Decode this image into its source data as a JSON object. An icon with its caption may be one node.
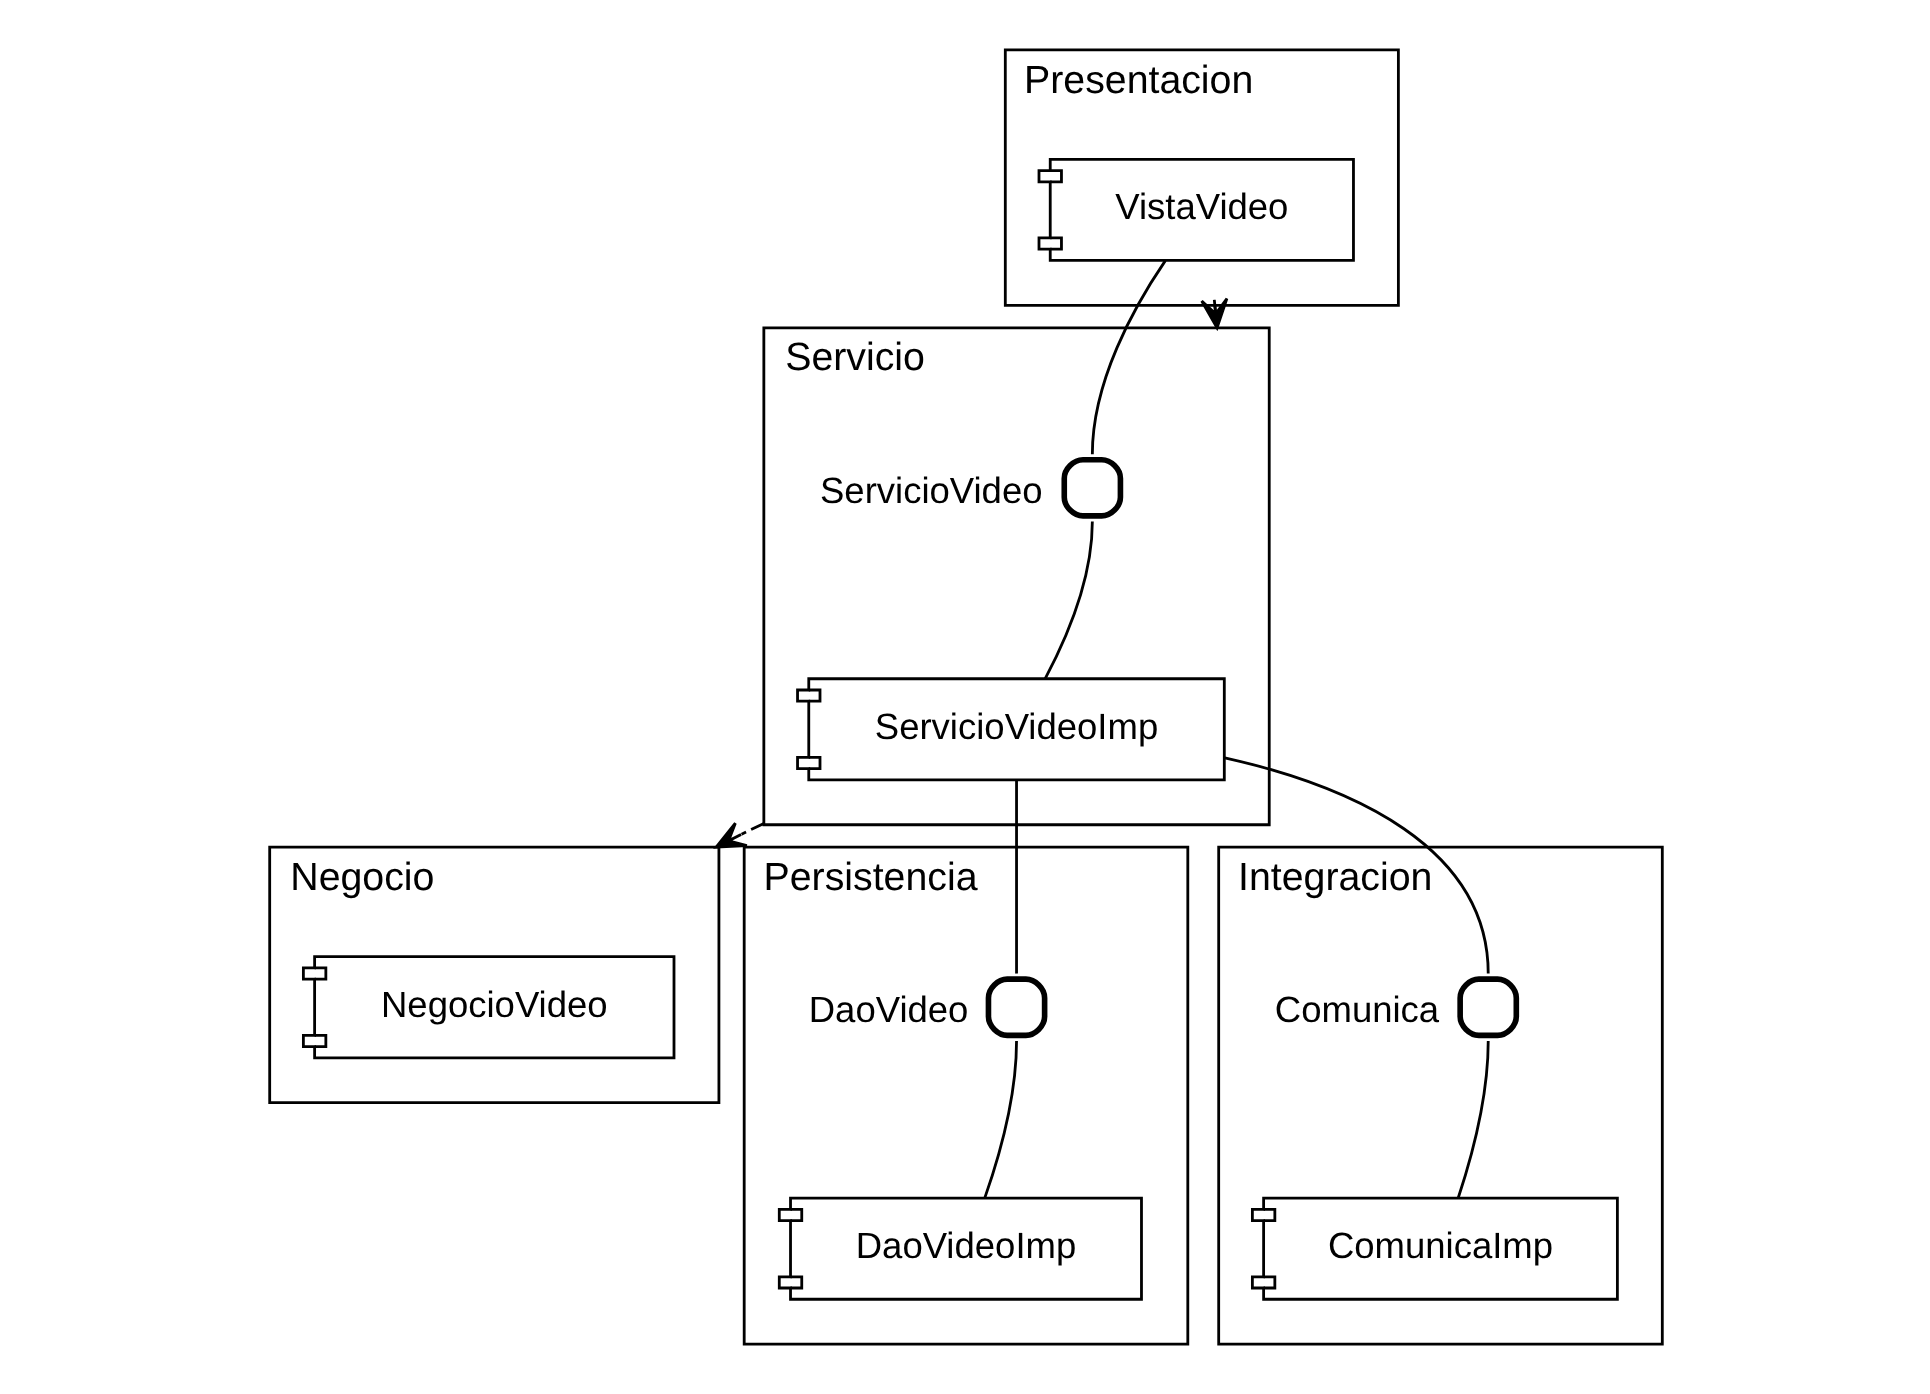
{
  "diagram": {
    "nodes": [
      {
        "text": [
          "Presentacion"
        ]
      },
      {
        "text": [
          "VistaVideo"
        ],
        "in": 0
      },
      {
        "text": [
          "Servicio"
        ]
      },
      {
        "text": [
          "ServicioVideo"
        ],
        "in": 2
      },
      {
        "text": [
          "ServicioVideoImp"
        ],
        "in": 2
      },
      {
        "text": [
          "Negocio"
        ]
      },
      {
        "text": [
          "NegocioVideo"
        ],
        "in": 5
      },
      {
        "text": [
          "Persistencia"
        ]
      },
      {
        "text": [
          "DaoVideo"
        ],
        "in": 7
      },
      {
        "text": [
          "DaoVideoImp"
        ],
        "in": 7
      },
      {
        "text": [
          "Integracion"
        ]
      },
      {
        "text": [
          "Comunica"
        ],
        "in": 10
      },
      {
        "text": [
          "ComunicaImp"
        ],
        "in": 10
      }
    ],
    "edges": [
      {
        "from": 1,
        "to": 3,
        "arrow": "none"
      },
      {
        "from": 0,
        "to": 2,
        "arrow": "to",
        "style": "dashed"
      },
      {
        "from": 3,
        "to": 4,
        "arrow": "none"
      },
      {
        "from": 2,
        "to": 5,
        "arrow": "to",
        "style": "dashed"
      },
      {
        "from": 4,
        "to": 8,
        "arrow": "none"
      },
      {
        "from": 4,
        "to": 11,
        "arrow": "none"
      },
      {
        "from": 8,
        "to": 9,
        "arrow": "none"
      },
      {
        "from": 11,
        "to": 12,
        "arrow": "none"
      }
    ]
  }
}
